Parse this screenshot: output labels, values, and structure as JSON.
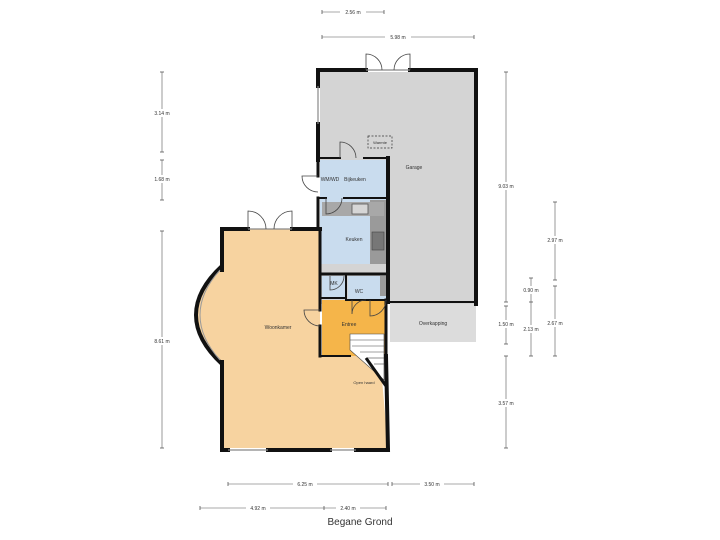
{
  "title": "Begane Grond",
  "colors": {
    "living": "#f7d3a0",
    "entrance": "#f5b54a",
    "kitchen": "#c9dcee",
    "garage": "#d4d4d4",
    "overkapping": "#dcdcdc",
    "wall": "#111111",
    "dimension": "#555555"
  },
  "rooms": {
    "garage": "Garage",
    "warmte": "Warmte",
    "bijkeuken": "Bijkeuken",
    "wmwd": "WM/WD",
    "keuken": "Keuken",
    "mk": "MK",
    "wc": "WC",
    "entree": "Entree",
    "woonkamer": "Woonkamer",
    "overkapping": "Overkapping",
    "open_haard": "Open haard"
  },
  "dimensions": {
    "top_small": "2.56 m",
    "top_large": "5.98 m",
    "left_1": "3.14 m",
    "left_2": "1.68 m",
    "left_3": "8.61 m",
    "right_total": "9.03 m",
    "right_2_97": "2.97 m",
    "right_0_90": "0.90 m",
    "right_1_50": "1.50 m",
    "right_2_13": "2.13 m",
    "right_2_67": "2.67 m",
    "right_3_57": "3.57 m",
    "bottom_6_25": "6.25 m",
    "bottom_3_50": "3.50 m",
    "bottom_4_92": "4.92 m",
    "bottom_2_40": "2.40 m"
  }
}
